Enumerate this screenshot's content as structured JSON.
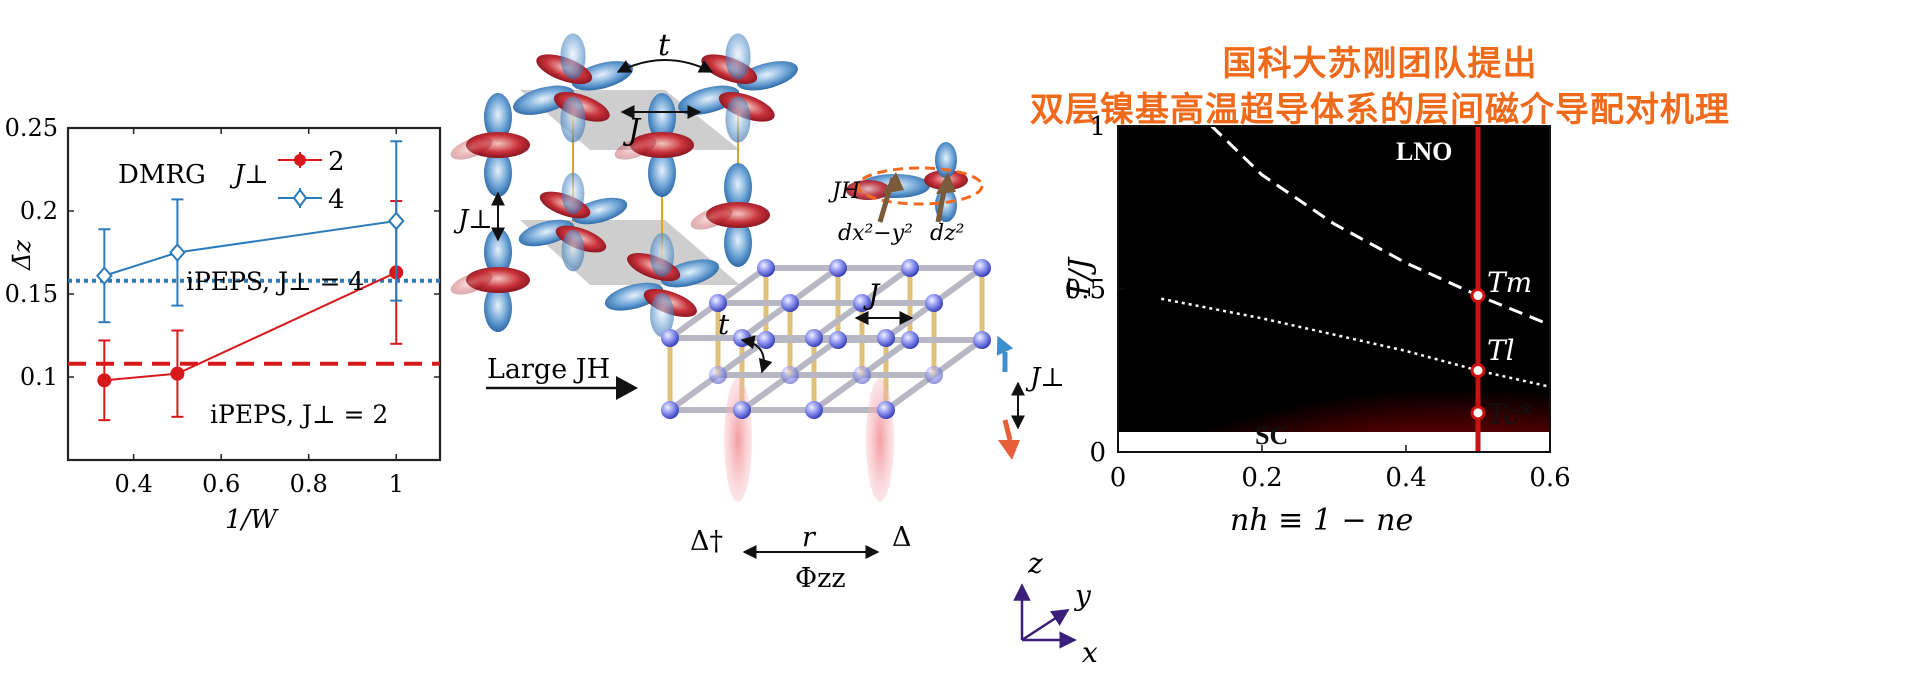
{
  "headline": {
    "line1": "国科大苏刚团队提出",
    "line2": "双层镍基高温超导体系的层间磁介导配对机理",
    "color": "#f06a1b"
  },
  "left_chart_text": {
    "legend_method": "DMRG",
    "legend_param": "J⊥",
    "annotation_upper": "iPEPS, J⊥ = 4",
    "annotation_lower": "iPEPS, J⊥ = 2",
    "ylabel": "Δ̄z",
    "xlabel": "1/W"
  },
  "middle_diagram": {
    "hopping_label": "t",
    "exchange_label": "J",
    "interlayer_label": "J⊥",
    "hund_label": "JH",
    "orbital_dx2y2": "dx²−y²",
    "orbital_dz2": "dz²",
    "arrow_label": "Large JH",
    "lattice_hopping": "t",
    "lattice_exchange": "J",
    "lattice_interlayer": "J⊥",
    "delta_dagger": "Δ†",
    "delta": "Δ",
    "distance": "r",
    "correlator": "Φzz",
    "axis_x": "x",
    "axis_y": "y",
    "axis_z": "z"
  },
  "right_chart_text": {
    "phase_lno": "LNO",
    "phase_sc": "SC",
    "label_tm": "Tm",
    "label_tl": "Tl",
    "label_tc": "Tc*",
    "ylabel": "T/J",
    "xlabel": "nh ≡ 1 − ne"
  },
  "chart_data": [
    {
      "type": "line",
      "xlabel": "1/W",
      "ylabel": "Δ̄z",
      "xlim": [
        0.25,
        1.1
      ],
      "ylim": [
        0.05,
        0.25
      ],
      "xticks": [
        "0.4",
        "0.6",
        "0.8",
        "1"
      ],
      "yticks": [
        "0.1",
        "0.15",
        "0.2",
        "0.25"
      ],
      "legend": {
        "title": "DMRG  J⊥",
        "placement": "top"
      },
      "series": [
        {
          "name": "2",
          "color": "#d7191c",
          "marker": "filled-circle",
          "x": [
            0.333,
            0.5,
            1.0
          ],
          "y": [
            0.098,
            0.102,
            0.163
          ],
          "err": [
            0.024,
            0.026,
            0.043
          ]
        },
        {
          "name": "4",
          "color": "#2b7bba",
          "marker": "open-diamond",
          "x": [
            0.333,
            0.5,
            1.0
          ],
          "y": [
            0.161,
            0.175,
            0.194
          ],
          "err": [
            0.028,
            0.032,
            0.048
          ]
        }
      ],
      "reference_lines": [
        {
          "label": "iPEPS, J⊥ = 4",
          "y": 0.158,
          "style": "dotted",
          "color": "#2b7bba"
        },
        {
          "label": "iPEPS, J⊥ = 2",
          "y": 0.108,
          "style": "dashed",
          "color": "#d7191c"
        }
      ]
    },
    {
      "type": "heatmap",
      "xlabel": "nh ≡ 1 − ne",
      "ylabel": "T/J",
      "xlim": [
        0,
        0.6
      ],
      "ylim": [
        0,
        1
      ],
      "xticks": [
        "0",
        "0.2",
        "0.4",
        "0.6"
      ],
      "yticks": [
        "0",
        "0.5",
        "1"
      ],
      "colormap": "hot",
      "vertical_line": {
        "x": 0.5,
        "color": "#cc1111"
      },
      "curves": [
        {
          "label": "Tm",
          "style": "dashed",
          "color": "#ffffff",
          "x": [
            0.13,
            0.2,
            0.3,
            0.4,
            0.5,
            0.6
          ],
          "y": [
            1.0,
            0.85,
            0.7,
            0.58,
            0.48,
            0.39
          ]
        },
        {
          "label": "Tl",
          "style": "dotted",
          "color": "#ffffff",
          "x": [
            0.06,
            0.2,
            0.4,
            0.5,
            0.6
          ],
          "y": [
            0.47,
            0.41,
            0.31,
            0.25,
            0.2
          ]
        }
      ],
      "markers": [
        {
          "label": "Tm",
          "x": 0.5,
          "y": 0.48
        },
        {
          "label": "Tl",
          "x": 0.5,
          "y": 0.25
        },
        {
          "label": "Tc*",
          "x": 0.5,
          "y": 0.12
        }
      ],
      "regions": [
        "LNO",
        "SC"
      ]
    }
  ]
}
